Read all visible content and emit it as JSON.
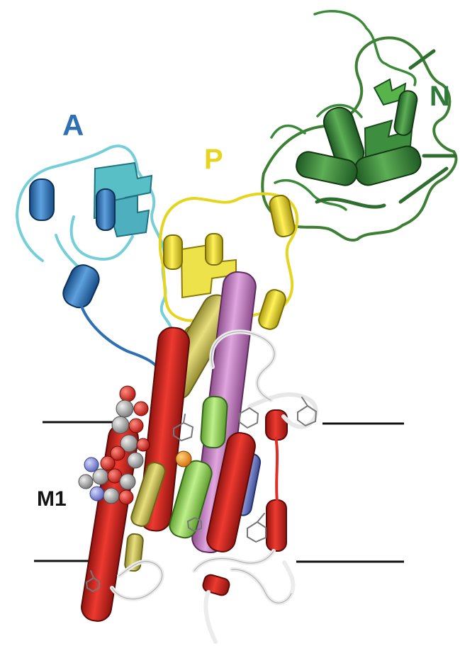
{
  "labels": {
    "a": "A",
    "p": "P",
    "n": "N",
    "m1": "M1"
  },
  "colors": {
    "domain_a": "#2f6fb3",
    "domain_a_light": "#7fd0dc",
    "domain_p": "#e6d51f",
    "domain_n": "#2f7a3a",
    "helix_red": "#d8322a",
    "helix_pink": "#c88ac8",
    "helix_green": "#9ed16a",
    "helix_olive": "#d8cf6a",
    "helix_blue": "#6f7fc6",
    "coil_white": "#e8e8e8",
    "membrane_line": "#111111",
    "label_m1": "#141414"
  }
}
